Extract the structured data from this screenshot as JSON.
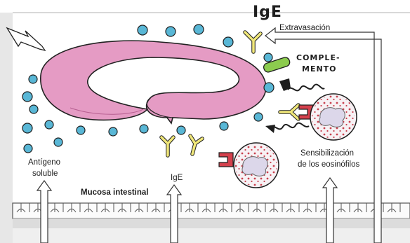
{
  "labels": {
    "ige_top": "IgE",
    "extravasacion": "Extravasación",
    "complemento_1": "COMPLE-",
    "complemento_2": "MENTO",
    "sensibilizacion_1": "Sensibilización",
    "sensibilizacion_2": "de los eosinófilos",
    "antigeno_1": "Antígeno",
    "antigeno_2": "soluble",
    "ige_bottom": "IgE",
    "mucosa": "Mucosa intestinal"
  },
  "colors": {
    "worm": "#e59bc4",
    "antigen_dots": "#59b7d6",
    "ige": "#f0e77a",
    "complement": "#8ccc4e",
    "receptor": "#d4404c",
    "cell_fill": "#f7f1f4",
    "ink": "#1e1e1e"
  }
}
